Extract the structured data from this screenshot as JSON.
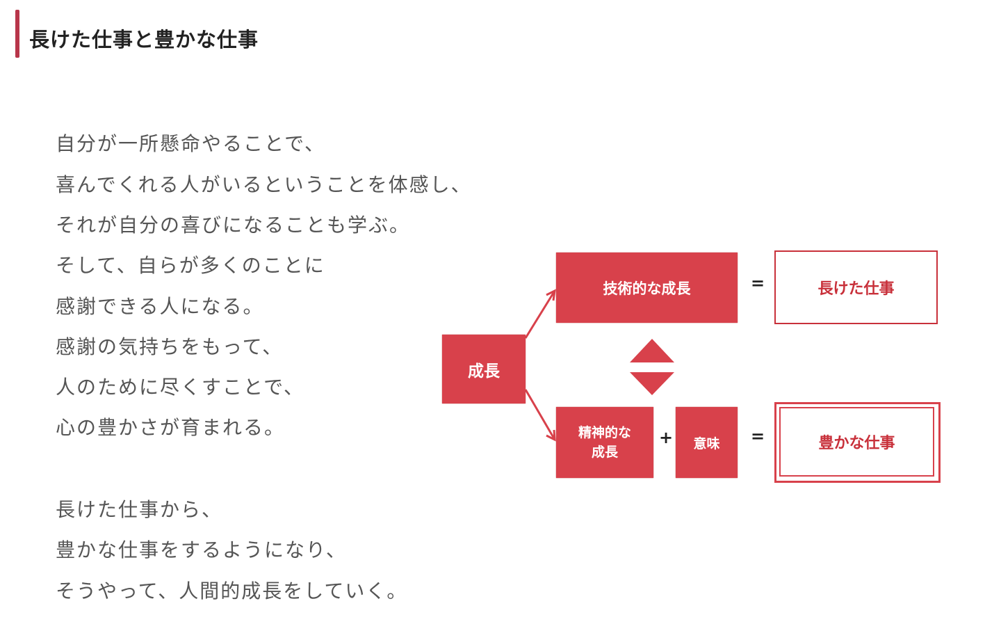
{
  "title": "長けた仕事と豊かな仕事",
  "paragraph1": [
    "自分が一所懸命やることで、",
    "喜んでくれる人がいるということを体感し、",
    "それが自分の喜びになることも学ぶ。",
    "そして、自らが多くのことに",
    "感謝できる人になる。",
    "感謝の気持ちをもって、",
    "人のために尽くすことで、",
    "心の豊かさが育まれる。"
  ],
  "paragraph2": [
    "長けた仕事から、",
    "豊かな仕事をするようになり、",
    "そうやって、人間的成長をしていく。"
  ],
  "diagram": {
    "growth": "成長",
    "technical_growth": "技術的な成長",
    "skilled_work": "長けた仕事",
    "spiritual_growth_1": "精神的な",
    "spiritual_growth_2": "成長",
    "meaning": "意味",
    "rich_work": "豊かな仕事",
    "equals": "=",
    "plus": "+",
    "accent_color": "#d8414b"
  }
}
